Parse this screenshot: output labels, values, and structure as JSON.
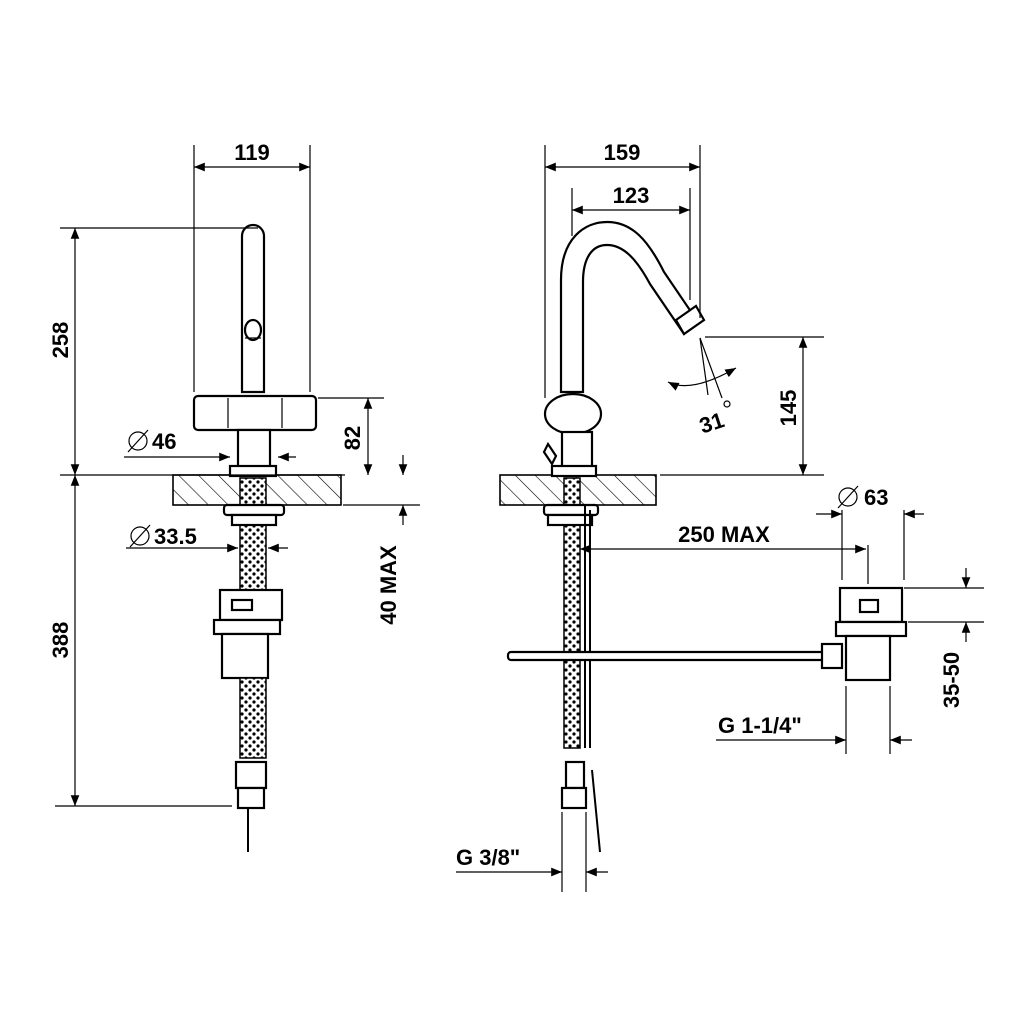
{
  "dimensions": {
    "front": {
      "width_top": "119",
      "height_total": "258",
      "handle_height": "82",
      "base_diameter": "46",
      "shank_diameter": "33.5",
      "deck_thickness": "40 MAX",
      "below_deck": "388"
    },
    "side": {
      "width_total": "159",
      "spout_reach": "123",
      "outlet_height": "145",
      "swivel_angle": "31",
      "pop_up_diameter": "63",
      "rod_length": "250 MAX",
      "waste_height": "35-50",
      "waste_thread": "G 1-1/4\"",
      "hose_thread": "G 3/8\""
    }
  }
}
